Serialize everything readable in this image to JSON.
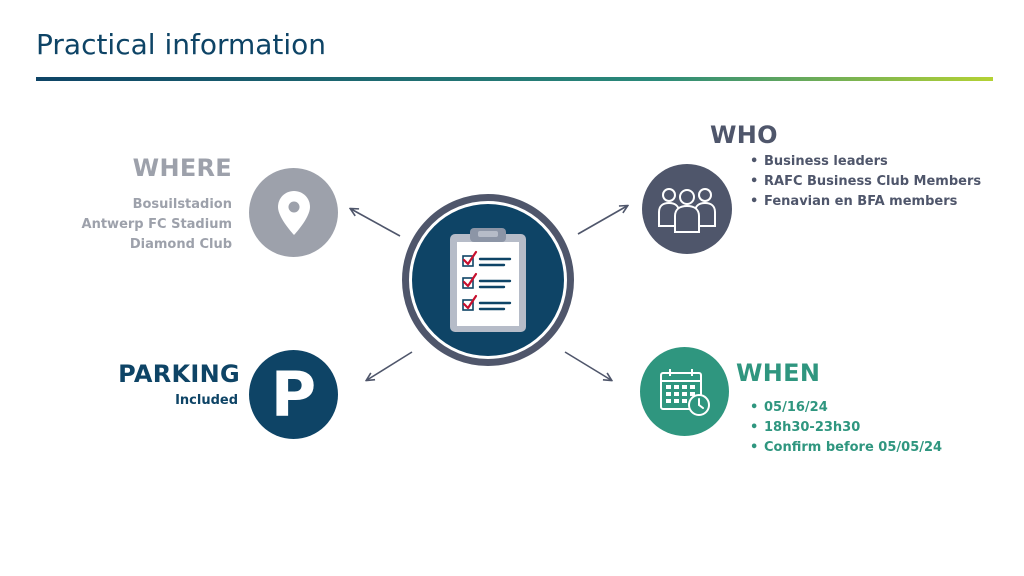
{
  "title": "Practical information",
  "where": {
    "heading": "WHERE",
    "lines": [
      "Bosuilstadion",
      "Antwerp FC Stadium",
      "Diamond Club"
    ],
    "icon": "location-pin-icon",
    "color": "#9da1ab"
  },
  "who": {
    "heading": "WHO",
    "items": [
      "Business leaders",
      "RAFC Business Club Members",
      "Fenavian en BFA members"
    ],
    "icon": "people-group-icon",
    "color": "#4f566b"
  },
  "parking": {
    "heading": "PARKING",
    "sub": "Included",
    "letter": "P",
    "icon": "parking-icon",
    "color": "#0e4466"
  },
  "when": {
    "heading": "WHEN",
    "items": [
      "05/16/24",
      "18h30-23h30",
      "Confirm before 05/05/24"
    ],
    "icon": "calendar-clock-icon",
    "color": "#2f967f"
  },
  "center": {
    "icon": "clipboard-checklist-icon"
  },
  "colors": {
    "navy": "#0e4466",
    "slate": "#4f566b",
    "grey": "#9da1ab",
    "green": "#2f967f",
    "lime": "#b4d234"
  }
}
